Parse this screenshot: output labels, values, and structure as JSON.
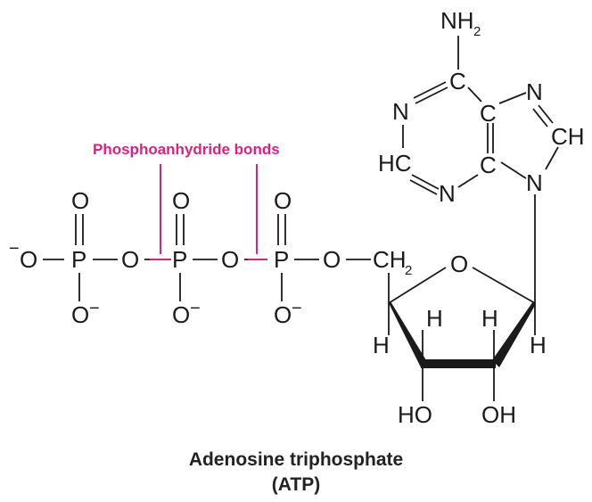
{
  "bond_label": "Phosphoanhydride bonds",
  "caption": {
    "line1": "Adenosine triphosphate",
    "line2": "(ATP)"
  },
  "atoms": {
    "amine_N": "NH",
    "amine_sub": "2",
    "ring_N1": "N",
    "ring_C6": "C",
    "ring_N7": "N",
    "ring_C5": "C",
    "ring_C8": "CH",
    "ring_C2": "HC",
    "ring_N3": "N",
    "ring_C4": "C",
    "ring_N9": "N",
    "p1": "P",
    "p2": "P",
    "p3": "P",
    "o_bridge1": "O",
    "o_bridge2": "O",
    "o_bridge3": "O",
    "o_dbl1": "O",
    "o_dbl2": "O",
    "o_dbl3": "O",
    "o_bot1": "O",
    "o_bot2": "O",
    "o_bot3": "O",
    "o_left": "O",
    "minus": "−",
    "ch2": "CH",
    "ch2_sub": "2",
    "ring_O": "O",
    "h_c4": "H",
    "h_c3": "H",
    "h_c2": "H",
    "h_c1": "H",
    "oh_left": "HO",
    "oh_right": "OH"
  }
}
